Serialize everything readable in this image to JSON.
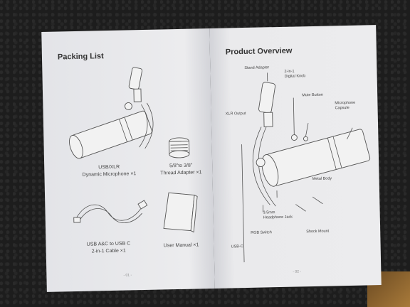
{
  "left_page": {
    "title": "Packing List",
    "items": [
      {
        "line1": "USB/XLR",
        "line2": "Dynamic Microphone  ×1"
      },
      {
        "line1": "5/8\"to 3/8\"",
        "line2": "Thread Adapter  ×1"
      },
      {
        "line1": "USB A&C to USB C",
        "line2": "2-in-1 Cable  ×1"
      },
      {
        "line1": "User Manual   ×1",
        "line2": ""
      }
    ],
    "page_number": "- 01 -"
  },
  "right_page": {
    "title": "Product Overview",
    "callouts": {
      "stand_adapter": "Stand Adapter",
      "digital_knob_1": "2-in-1",
      "digital_knob_2": "Digital Knob",
      "mute_button": "Mute Button",
      "capsule_1": "Microphone",
      "capsule_2": "Capsule",
      "xlr_output": "XLR Output",
      "metal_body": "Metal Body",
      "headphone_1": "3.5mm",
      "headphone_2": "Headphone Jack",
      "rgb_switch": "RGB Switch",
      "shock_mount": "Shock Mount",
      "usb_c": "USB-C"
    },
    "page_number": "- 02 -"
  }
}
